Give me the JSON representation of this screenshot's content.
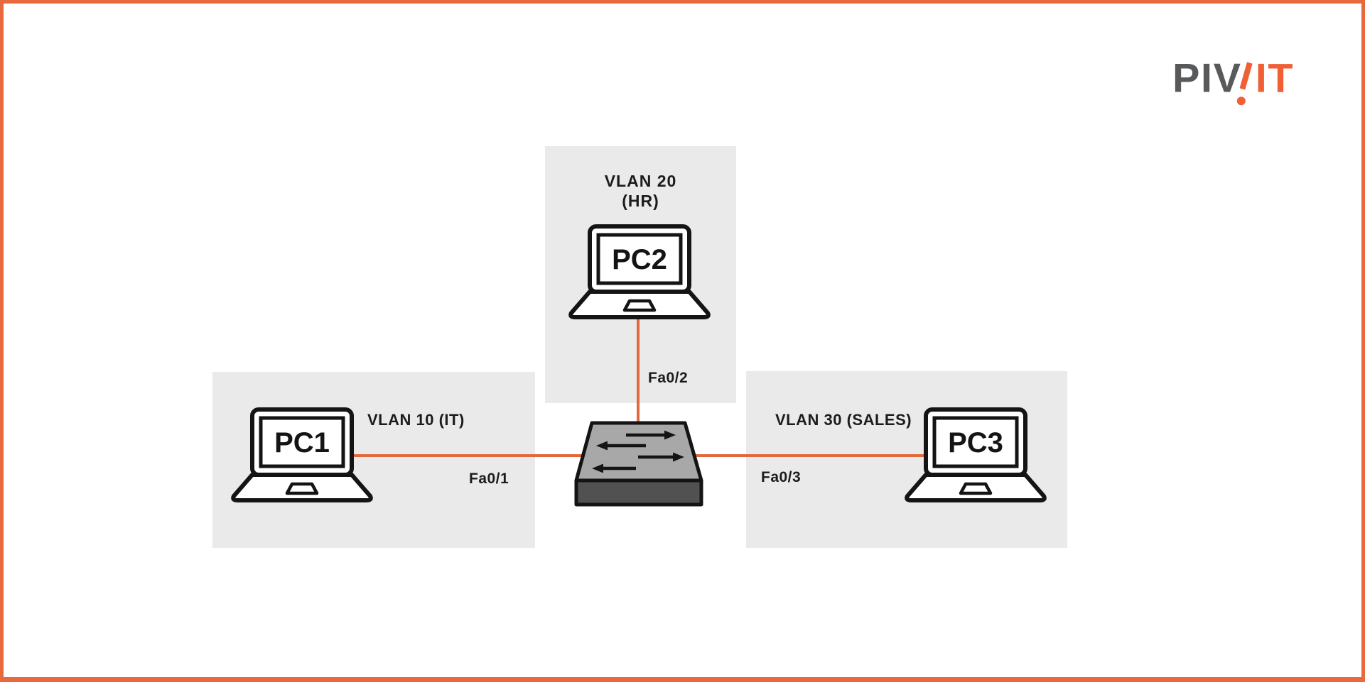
{
  "page": {
    "background": "#ffffff",
    "border_color": "#E8693D"
  },
  "logo": {
    "gray_text": "PIV",
    "orange_text": "IT",
    "gray_color": "#58595B",
    "orange_color": "#F15F35"
  },
  "colors": {
    "zone_background": "#EBEAEA",
    "cable_orange": "#E2693F",
    "switch_top": "#A8A8A8",
    "switch_front": "#515151",
    "outline_black": "#141414",
    "text_black": "#1C1C1C"
  },
  "zones": [
    {
      "id": "vlan20",
      "line1": "VLAN 20",
      "line2": "(HR)"
    },
    {
      "id": "vlan10",
      "label": "VLAN 10 (IT)"
    },
    {
      "id": "vlan30",
      "label": "VLAN 30 (SALES)"
    }
  ],
  "nodes": [
    {
      "id": "pc1",
      "label": "PC1",
      "type": "laptop"
    },
    {
      "id": "pc2",
      "label": "PC2",
      "type": "laptop"
    },
    {
      "id": "pc3",
      "label": "PC3",
      "type": "laptop"
    }
  ],
  "switch": {
    "type": "layer-2-switch"
  },
  "links": [
    {
      "from": "PC1",
      "to": "switch",
      "port": "Fa0/1"
    },
    {
      "from": "PC2",
      "to": "switch",
      "port": "Fa0/2"
    },
    {
      "from": "PC3",
      "to": "switch",
      "port": "Fa0/3"
    }
  ]
}
